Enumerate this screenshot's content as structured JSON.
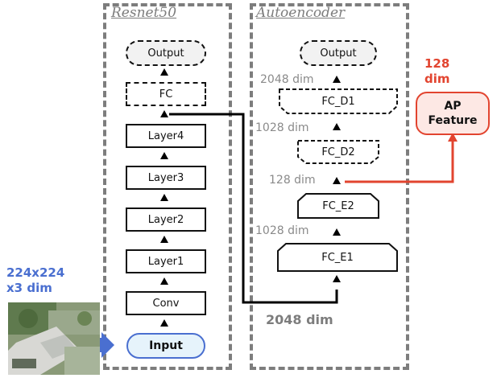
{
  "resnet": {
    "title": "Resnet50",
    "output": "Output",
    "fc": "FC",
    "layer4": "Layer4",
    "layer3": "Layer3",
    "layer2": "Layer2",
    "layer1": "Layer1",
    "conv": "Conv",
    "input": "Input"
  },
  "autoencoder": {
    "title": "Autoencoder",
    "output": "Output",
    "fc_d1": "FC_D1",
    "fc_d2": "FC_D2",
    "fc_e2": "FC_E2",
    "fc_e1": "FC_E1"
  },
  "dims": {
    "d2048_top": "2048 dim",
    "d1028_a": "1028 dim",
    "d128": "128 dim",
    "d1028_b": "1028 dim",
    "d2048_bottom": "2048 dim"
  },
  "feature": {
    "dim_line1": "128",
    "dim_line2": "dim",
    "box_line1": "AP",
    "box_line2": "Feature"
  },
  "input_dim": {
    "line1": "224x224",
    "line2": "x3 dim"
  },
  "colors": {
    "red": "#e2442f",
    "blue": "#4a6fd0",
    "gray": "#7d7d7d"
  }
}
